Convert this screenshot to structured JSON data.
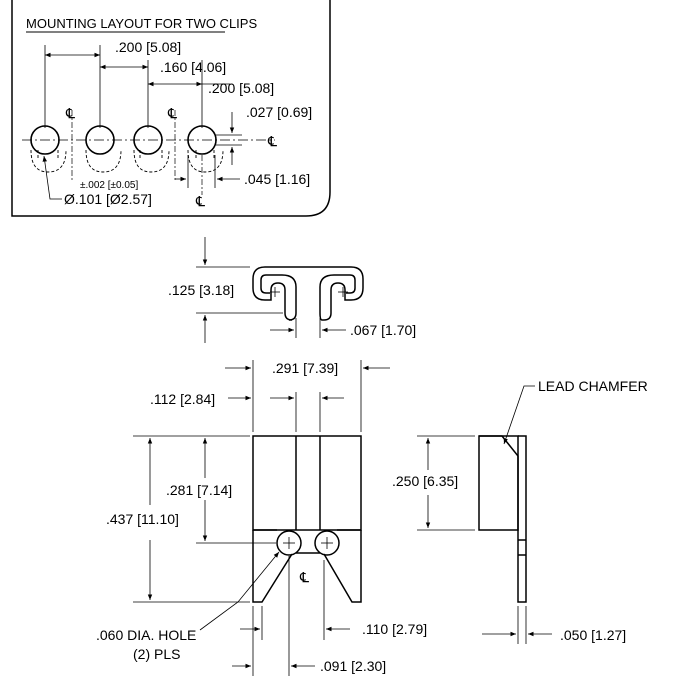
{
  "mounting_layout": {
    "title": "MOUNTING LAYOUT FOR TWO CLIPS",
    "pitch_1": ".200 [5.08]",
    "spacing": ".160 [4.06]",
    "pitch_2": ".200 [5.08]",
    "offset": ".027 [0.69]",
    "offset_2": ".045 [1.16]",
    "hole_tolerance": "±.002 [±0.05]",
    "hole_diameter": "Ø.101 [Ø2.57]",
    "centerline_symbol": "℄"
  },
  "top_view": {
    "height": ".125 [3.18]",
    "gap": ".067 [1.70]"
  },
  "front_view": {
    "width": ".291 [7.39]",
    "slot_width": ".112 [2.84]",
    "body_height": ".281 [7.14]",
    "overall_height": ".437 [11.10]",
    "hole_label": ".060 DIA. HOLE",
    "hole_count": "(2) PLS",
    "leg_width": ".110 [2.79]",
    "hole_spacing": ".091 [2.30]",
    "centerline_symbol": "℄"
  },
  "side_view": {
    "chamfer_label": "LEAD CHAMFER",
    "height": ".250 [6.35]",
    "thickness": ".050 [1.27]"
  }
}
